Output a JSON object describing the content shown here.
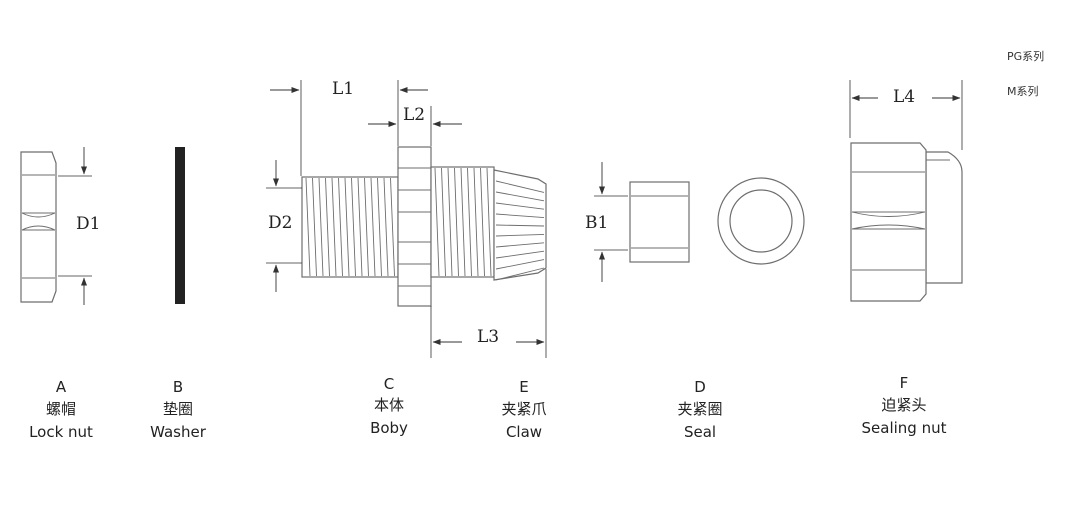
{
  "series_labels": {
    "pg": "PG系列",
    "m": "M系列"
  },
  "dimensions": {
    "d1": "D1",
    "d2": "D2",
    "l1": "L1",
    "l2": "L2",
    "l3": "L3",
    "l4": "L4",
    "b1": "B1"
  },
  "parts": [
    {
      "letter": "A",
      "cn": "螺帽",
      "en": "Lock nut"
    },
    {
      "letter": "B",
      "cn": "垫圈",
      "en": "Washer"
    },
    {
      "letter": "C",
      "cn": "本体",
      "en": "Boby"
    },
    {
      "letter": "E",
      "cn": "夹紧爪",
      "en": "Claw"
    },
    {
      "letter": "D",
      "cn": "夹紧圈",
      "en": "Seal"
    },
    {
      "letter": "F",
      "cn": "迫紧头",
      "en": "Sealing nut"
    }
  ],
  "colors": {
    "outline": "#6e6e6e",
    "washer": "#222222",
    "text": "#222222"
  }
}
